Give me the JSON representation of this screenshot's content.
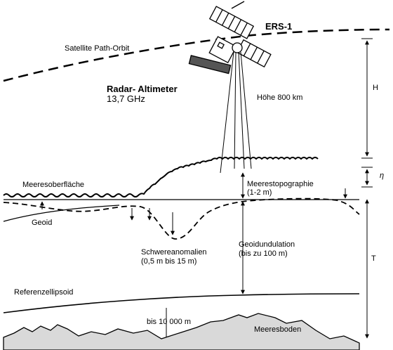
{
  "title": "ERS-1",
  "labels": {
    "satellite_path": "Satellite Path-Orbit",
    "radar_line1": "Radar- Altimeter",
    "radar_line2": "13,7 GHz",
    "height": "Höhe 800 km",
    "H": "H",
    "eta": "η",
    "T": "T",
    "sea_surface": "Meeresoberfläche",
    "sea_topo_line1": "Meerestopographie",
    "sea_topo_line2": "(1-2 m)",
    "geoid": "Geoid",
    "geoid_undulation_line1": "Geoidundulation",
    "geoid_undulation_line2": "(bis zu 100 m)",
    "gravity_line1": "Schwereanomalien",
    "gravity_line2": "(0,5 m bis 15 m)",
    "reference_ellipsoid": "Referenzellipsoid",
    "depth": "bis 10 000 m",
    "sea_floor": "Meeresboden"
  },
  "colors": {
    "line": "#000000",
    "seafloor_fill": "#d9d9d9",
    "background": "#ffffff"
  }
}
